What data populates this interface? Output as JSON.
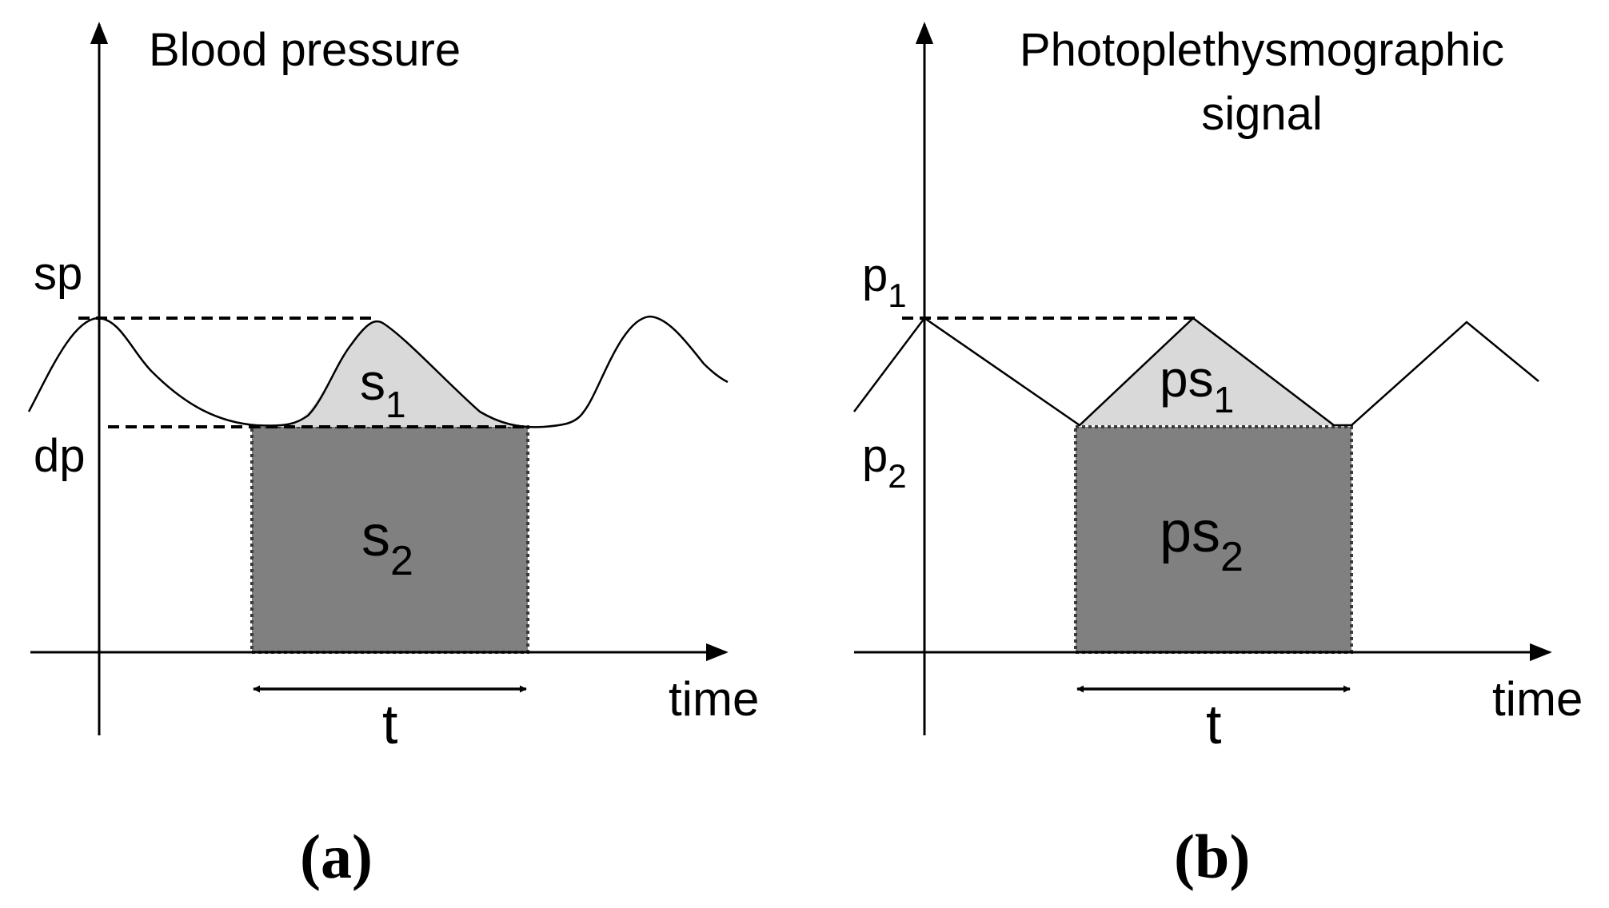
{
  "colors": {
    "background": "#ffffff",
    "ink": "#000000",
    "light_area": "#d9d9d9",
    "dark_area": "#808080",
    "dotted_border": "#3a3a3a"
  },
  "panel_a": {
    "caption": "(a)",
    "title": "Blood pressure",
    "y_top_label": "sp",
    "y_bottom_label": "dp",
    "upper_area": {
      "base": "s",
      "sub": "1"
    },
    "lower_area": {
      "base": "s",
      "sub": "2"
    },
    "interval_label": "t",
    "x_axis_label": "time"
  },
  "panel_b": {
    "caption": "(b)",
    "title_line1": "Photoplethysmographic",
    "title_line2": "signal",
    "y_top_label": {
      "base": "p",
      "sub": "1"
    },
    "y_bottom_label": {
      "base": "p",
      "sub": "2"
    },
    "upper_area": {
      "base": "ps",
      "sub": "1"
    },
    "lower_area": {
      "base": "ps",
      "sub": "2"
    },
    "interval_label": "t",
    "x_axis_label": "time"
  }
}
